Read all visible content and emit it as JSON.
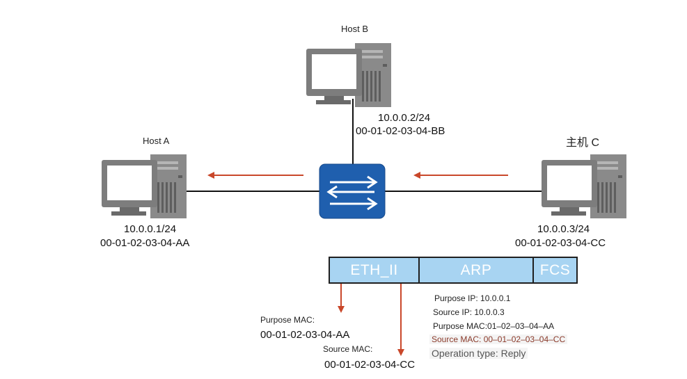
{
  "hosts": {
    "host_b": {
      "name": "Host B",
      "ip": "10.0.0.2/24",
      "mac": "00-01-02-03-04-BB"
    },
    "host_a": {
      "name": "Host A",
      "ip": "10.0.0.1/24",
      "mac": "00-01-02-03-04-AA"
    },
    "host_c": {
      "name": "主机 C",
      "ip": "10.0.0.3/24",
      "mac": "00-01-02-03-04-CC"
    }
  },
  "frame": {
    "segments": [
      "ETH_II",
      "ARP",
      "FCS"
    ]
  },
  "eth_fields": {
    "purpose_label": "Purpose MAC:",
    "purpose_value": "00-01-02-03-04-AA",
    "source_label": "Source MAC:",
    "source_value": "00-01-02-03-04-CC"
  },
  "arp_fields": [
    "Purpose IP: 10.0.0.1",
    "Source IP: 10.0.0.3",
    "Purpose MAC:01–02–03–04–AA",
    "Source MAC: 00–01–02–03–04–CC",
    "Operation type: Reply"
  ],
  "colors": {
    "arrow": "#c9472a",
    "switch": "#1f5fae",
    "computer": "#7a7a7a"
  },
  "icons": [
    "computer-icon",
    "switch-icon"
  ]
}
